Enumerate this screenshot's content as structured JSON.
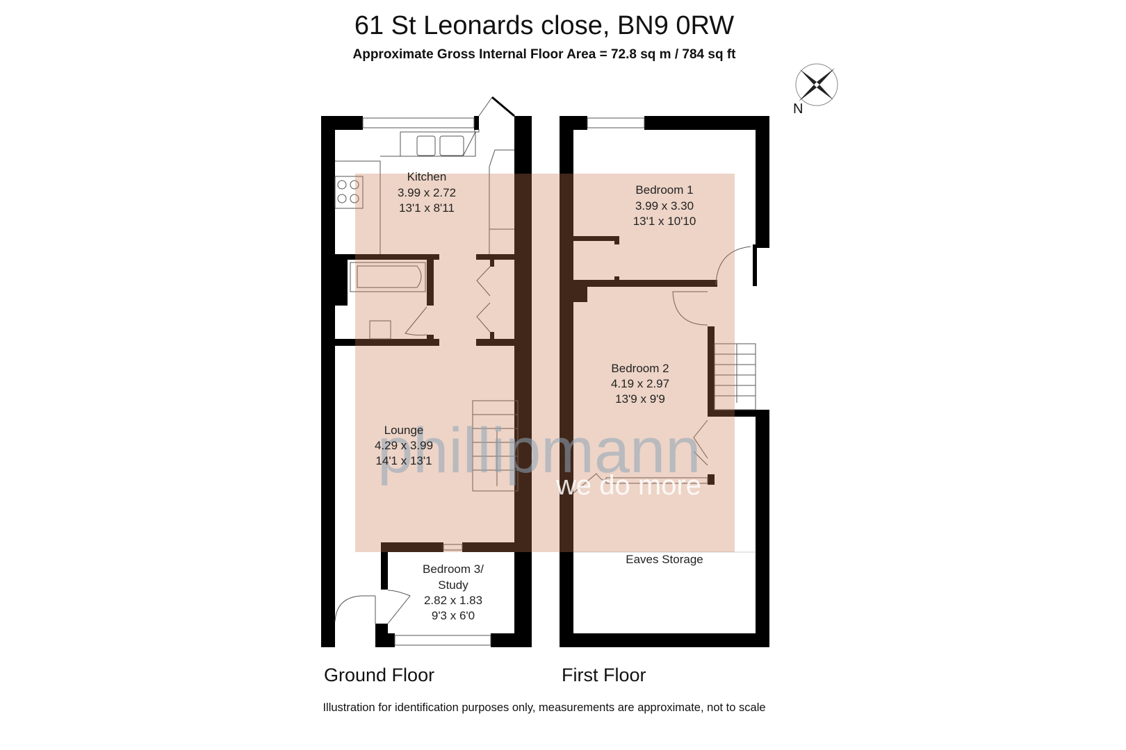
{
  "header": {
    "title": "61 St Leonards close, BN9 0RW",
    "subtitle": "Approximate Gross Internal Floor Area = 72.8 sq m / 784 sq ft"
  },
  "compass": {
    "label": "N",
    "icon": "compass-rose-icon"
  },
  "ground_floor": {
    "label": "Ground Floor",
    "rooms": [
      {
        "name": "Kitchen",
        "metric": "3.99 x 2.72",
        "imperial": "13'1 x 8'11"
      },
      {
        "name": "Lounge",
        "metric": "4.29 x 3.99",
        "imperial": "14'1 x 13'1"
      },
      {
        "name": "Bedroom 3/",
        "name2": "Study",
        "metric": "2.82 x 1.83",
        "imperial": "9'3 x 6'0"
      }
    ]
  },
  "first_floor": {
    "label": "First Floor",
    "rooms": [
      {
        "name": "Bedroom 1",
        "metric": "3.99 x 3.30",
        "imperial": "13'1 x 10'10"
      },
      {
        "name": "Bedroom 2",
        "metric": "4.19 x 2.97",
        "imperial": "13'9 x 9'9"
      },
      {
        "name": "Eaves Storage"
      }
    ]
  },
  "watermark": {
    "brand": "phillipmann",
    "tagline": "we do more",
    "overlay_color": "#c87850"
  },
  "colors": {
    "wall": "#000000",
    "line": "#555555"
  },
  "footer": {
    "disclaimer": "Illustration for identification purposes only, measurements are approximate, not to scale"
  }
}
